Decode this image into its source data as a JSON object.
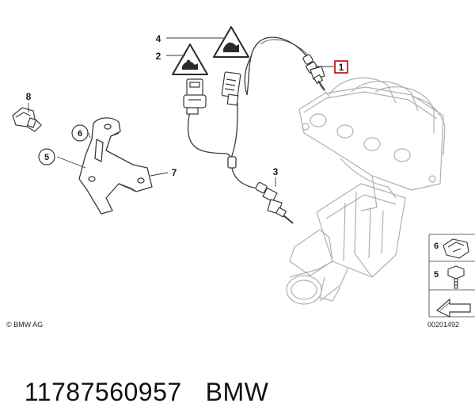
{
  "callouts": {
    "c1": "1",
    "c2": "2",
    "c3": "3",
    "c4": "4",
    "c5": "5",
    "c6": "6",
    "c7": "7",
    "c8": "8"
  },
  "legend": {
    "l6": "6",
    "l5": "5"
  },
  "footer": {
    "copyright": "© BMW AG",
    "ref": "00201492"
  },
  "caption": {
    "part_number": "11787560957",
    "brand": "BMW"
  },
  "colors": {
    "highlight": "#c00000",
    "line": "#3a3a3a",
    "ghost": "#b5b5b5"
  }
}
